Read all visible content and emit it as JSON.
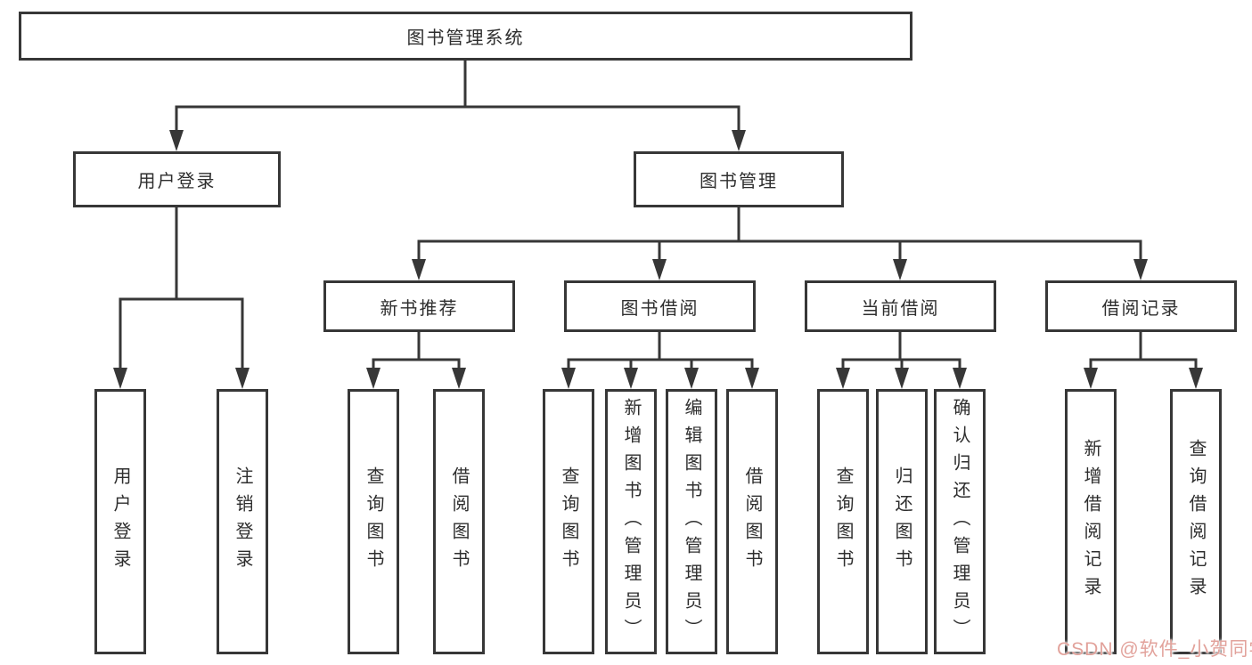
{
  "tree": {
    "label": "图书管理系统",
    "children": [
      {
        "label": "用户登录",
        "children": [
          {
            "label": "用户登录"
          },
          {
            "label": "注销登录"
          }
        ]
      },
      {
        "label": "图书管理",
        "children": [
          {
            "label": "新书推荐",
            "children": [
              {
                "label": "查询图书"
              },
              {
                "label": "借阅图书"
              }
            ]
          },
          {
            "label": "图书借阅",
            "children": [
              {
                "label": "查询图书"
              },
              {
                "label": "新增图书（管理员）"
              },
              {
                "label": "编辑图书（管理员）"
              },
              {
                "label": "借阅图书"
              }
            ]
          },
          {
            "label": "当前借阅",
            "children": [
              {
                "label": "查询图书"
              },
              {
                "label": "归还图书"
              },
              {
                "label": "确认归还（管理员）"
              }
            ]
          },
          {
            "label": "借阅记录",
            "children": [
              {
                "label": "新增借阅记录"
              },
              {
                "label": "查询借阅记录"
              }
            ]
          }
        ]
      }
    ]
  },
  "watermark": {
    "text": "CSDN @软件_小贺同学",
    "color": "#e2a29b"
  },
  "colors": {
    "line": "#373737",
    "box_border": "#373737",
    "box_fill": "#ffffff",
    "background": "#ffffff"
  }
}
